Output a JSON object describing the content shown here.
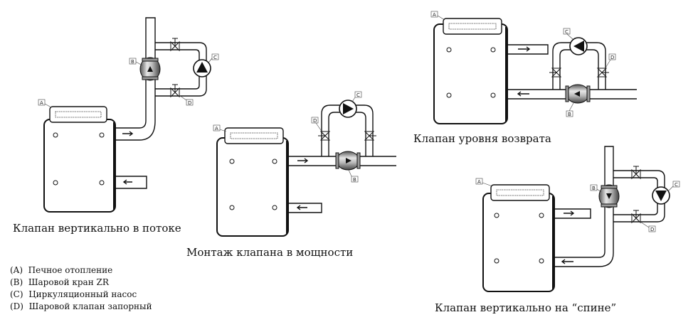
{
  "diagrams": [
    {
      "caption": "Клапан вертикально в потоке"
    },
    {
      "caption": "Монтаж клапана в мощности"
    },
    {
      "caption": "Клапан уровня возврата"
    },
    {
      "caption": "Клапан вертикально на “спине”"
    }
  ],
  "tags": {
    "a": "A",
    "b": "B",
    "c": "C",
    "d": "D"
  },
  "legend": [
    {
      "key": "(A)",
      "text": "Печное отопление"
    },
    {
      "key": "(B)",
      "text": "Шаровой кран ZR"
    },
    {
      "key": "(C)",
      "text": "Циркуляционный насос"
    },
    {
      "key": "(D)",
      "text": "Шаровой клапан запорный"
    }
  ]
}
